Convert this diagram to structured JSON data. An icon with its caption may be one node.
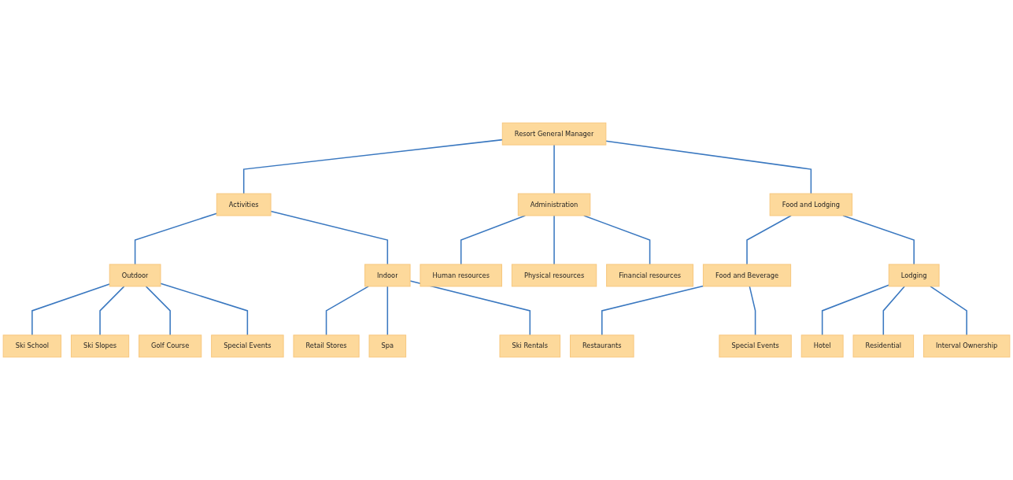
{
  "diagram": {
    "nodes": [
      {
        "text": [
          "Resort General Manager"
        ]
      },
      {
        "text": [
          "Activities"
        ]
      },
      {
        "text": [
          "Administration"
        ]
      },
      {
        "text": [
          "Food and Lodging"
        ]
      },
      {
        "text": [
          "Outdoor"
        ]
      },
      {
        "text": [
          "Indoor"
        ]
      },
      {
        "text": [
          "Human resources"
        ]
      },
      {
        "text": [
          "Physical resources"
        ]
      },
      {
        "text": [
          "Financial resources"
        ]
      },
      {
        "text": [
          "Food and Beverage"
        ]
      },
      {
        "text": [
          "Lodging"
        ]
      },
      {
        "text": [
          "Ski School"
        ]
      },
      {
        "text": [
          "Ski Slopes"
        ]
      },
      {
        "text": [
          "Golf Course"
        ]
      },
      {
        "text": [
          "Special Events"
        ]
      },
      {
        "text": [
          "Retail Stores"
        ]
      },
      {
        "text": [
          "Spa"
        ]
      },
      {
        "text": [
          "Ski Rentals"
        ]
      },
      {
        "text": [
          "Restaurants"
        ]
      },
      {
        "text": [
          "Special Events"
        ]
      },
      {
        "text": [
          "Hotel"
        ]
      },
      {
        "text": [
          "Residential"
        ]
      },
      {
        "text": [
          "Interval Ownership"
        ]
      }
    ],
    "edges": [
      {
        "from": 0,
        "to": 1,
        "arrow": "none"
      },
      {
        "from": 0,
        "to": 2,
        "arrow": "none"
      },
      {
        "from": 0,
        "to": 3,
        "arrow": "none"
      },
      {
        "from": 1,
        "to": 4,
        "arrow": "none"
      },
      {
        "from": 1,
        "to": 5,
        "arrow": "none"
      },
      {
        "from": 2,
        "to": 6,
        "arrow": "none"
      },
      {
        "from": 2,
        "to": 7,
        "arrow": "none"
      },
      {
        "from": 2,
        "to": 8,
        "arrow": "none"
      },
      {
        "from": 3,
        "to": 9,
        "arrow": "none"
      },
      {
        "from": 3,
        "to": 10,
        "arrow": "none"
      },
      {
        "from": 4,
        "to": 11,
        "arrow": "none"
      },
      {
        "from": 4,
        "to": 12,
        "arrow": "none"
      },
      {
        "from": 4,
        "to": 13,
        "arrow": "none"
      },
      {
        "from": 4,
        "to": 14,
        "arrow": "none"
      },
      {
        "from": 5,
        "to": 15,
        "arrow": "none"
      },
      {
        "from": 5,
        "to": 16,
        "arrow": "none"
      },
      {
        "from": 5,
        "to": 17,
        "arrow": "none"
      },
      {
        "from": 9,
        "to": 18,
        "arrow": "none"
      },
      {
        "from": 9,
        "to": 19,
        "arrow": "none"
      },
      {
        "from": 10,
        "to": 20,
        "arrow": "none"
      },
      {
        "from": 10,
        "to": 21,
        "arrow": "none"
      },
      {
        "from": 10,
        "to": 22,
        "arrow": "none"
      }
    ]
  }
}
